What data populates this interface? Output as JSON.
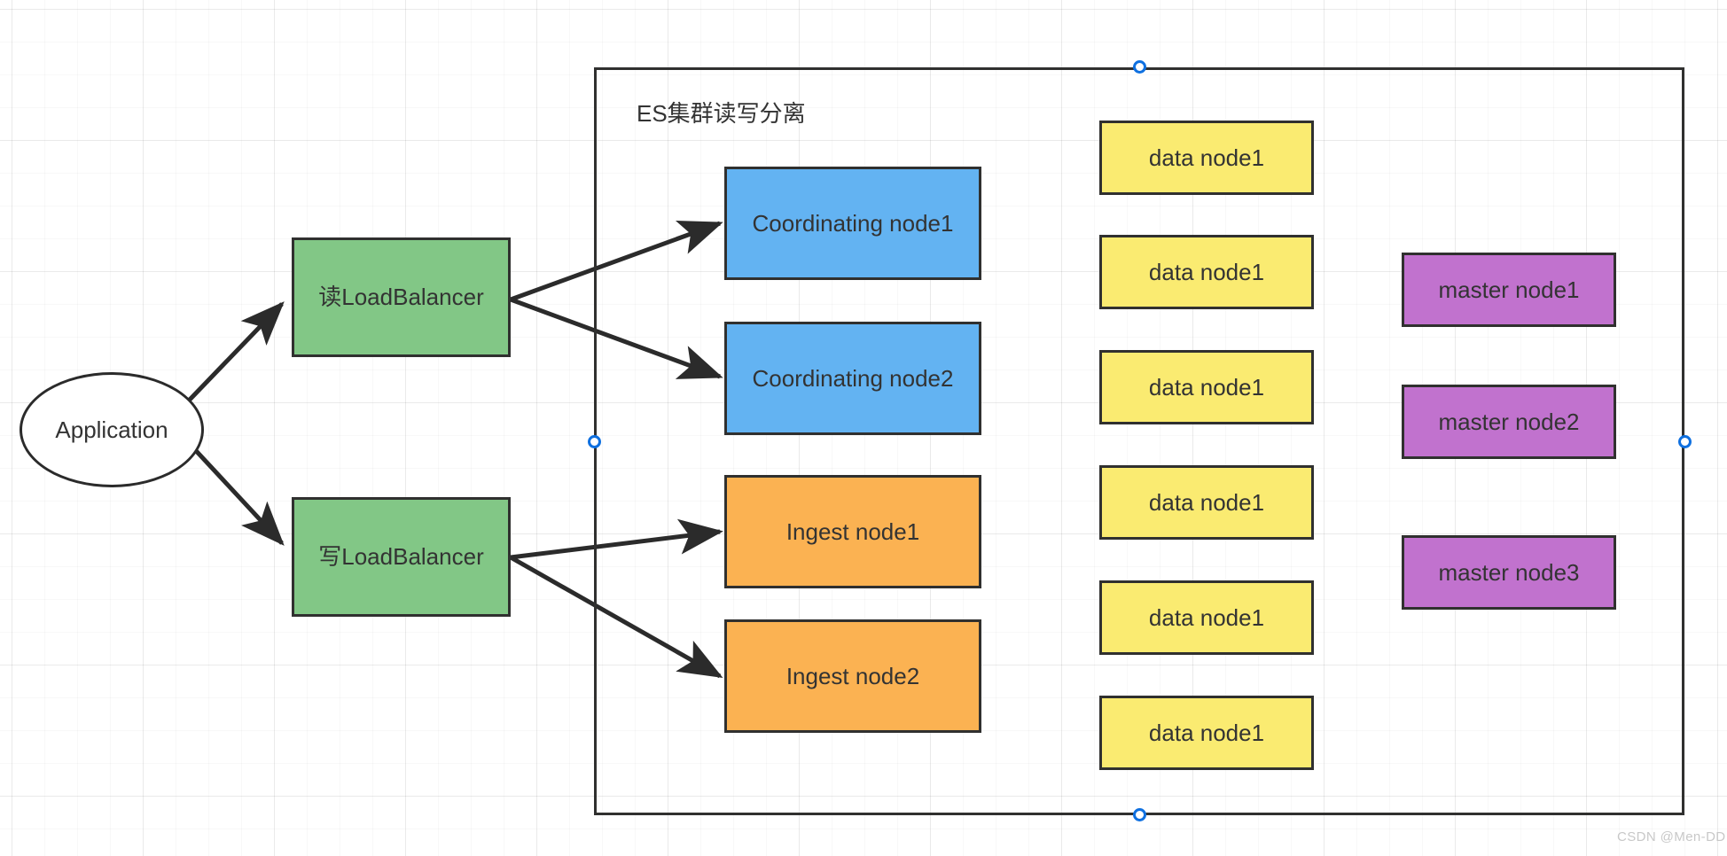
{
  "diagram": {
    "title": "ES集群读写分离",
    "watermark": "CSDN @Men-DD",
    "colors": {
      "green": "#82c786",
      "blue": "#63b3f2",
      "orange": "#fbb252",
      "yellow": "#faeb71",
      "purple": "#c172ce",
      "stroke": "#30302f",
      "handle": "#0f70e0",
      "text": "#333333",
      "grid": "#ededed",
      "canvas": "#ffffff"
    }
  },
  "client": {
    "application_label": "Application"
  },
  "load_balancers": [
    {
      "label": "读LoadBalancer",
      "role": "read"
    },
    {
      "label": "写LoadBalancer",
      "role": "write"
    }
  ],
  "coordinating_nodes": [
    {
      "label": "Coordinating node1"
    },
    {
      "label": "Coordinating node2"
    }
  ],
  "ingest_nodes": [
    {
      "label": "Ingest node1"
    },
    {
      "label": "Ingest node2"
    }
  ],
  "data_nodes": [
    {
      "label": "data node1"
    },
    {
      "label": "data node1"
    },
    {
      "label": "data node1"
    },
    {
      "label": "data node1"
    },
    {
      "label": "data node1"
    },
    {
      "label": "data node1"
    }
  ],
  "master_nodes": [
    {
      "label": "master node1"
    },
    {
      "label": "master node2"
    },
    {
      "label": "master node3"
    }
  ],
  "connections": [
    {
      "from": "Application",
      "to": "读LoadBalancer"
    },
    {
      "from": "Application",
      "to": "写LoadBalancer"
    },
    {
      "from": "读LoadBalancer",
      "to": "Coordinating node1"
    },
    {
      "from": "读LoadBalancer",
      "to": "Coordinating node2"
    },
    {
      "from": "写LoadBalancer",
      "to": "Ingest node1"
    },
    {
      "from": "写LoadBalancer",
      "to": "Ingest node2"
    }
  ],
  "selection_handles": [
    {
      "position": "top"
    },
    {
      "position": "left"
    },
    {
      "position": "right"
    },
    {
      "position": "bottom"
    }
  ]
}
